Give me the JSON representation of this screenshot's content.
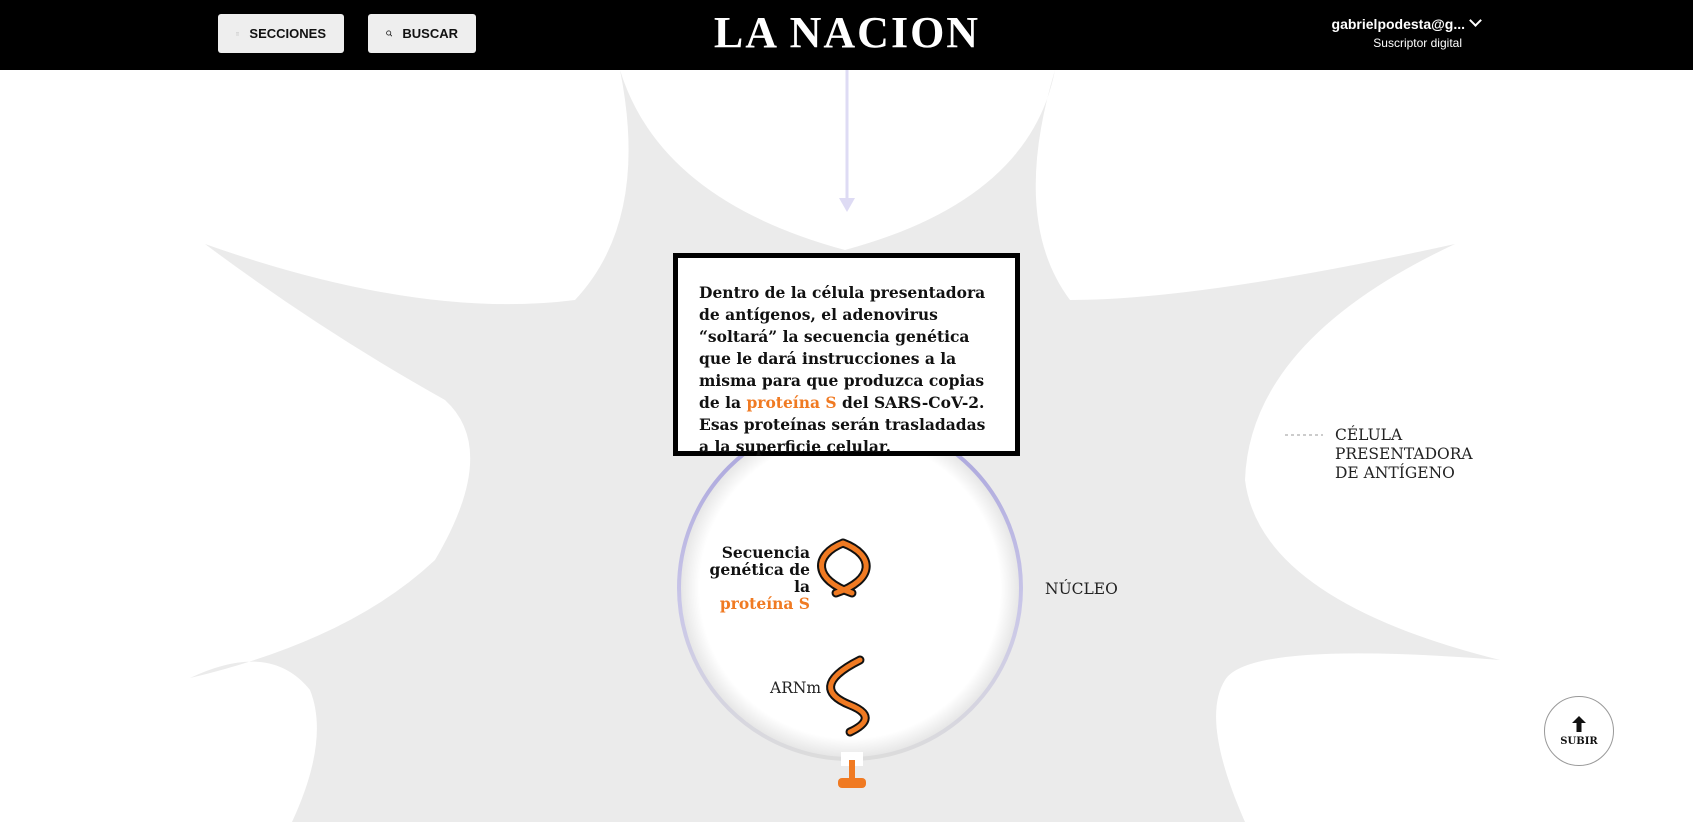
{
  "header": {
    "sections_label": "SECCIONES",
    "search_label": "BUSCAR",
    "logo_text": "LA NACION",
    "user_email": "gabrielpodesta@g...",
    "user_status": "Suscriptor digital"
  },
  "infographic": {
    "text_part1": "Dentro de la célula presentadora de antígenos, el adenovirus “soltará” la secuencia genética que le dará instrucciones a la misma para que produzca copias de la ",
    "text_highlight": "proteína S",
    "text_part2": " del SARS-CoV-2. Esas proteínas serán trasladadas a la superficie celular.",
    "cell_label_line1": "CÉLULA",
    "cell_label_line2": "PRESENTADORA",
    "cell_label_line3": "DE ANTÍGENO",
    "nucleus_label": "NÚCLEO",
    "sequence_label_line1": "Secuencia",
    "sequence_label_line2": "genética de la",
    "sequence_label_highlight": "proteína S",
    "mrna_label": "ARNm"
  },
  "scroll_top_label": "SUBIR",
  "colors": {
    "accent_orange": "#f07a22",
    "cell_gray": "#ebebeb",
    "nucleus_ring": "#a7a2db",
    "header_bg": "#000000"
  }
}
